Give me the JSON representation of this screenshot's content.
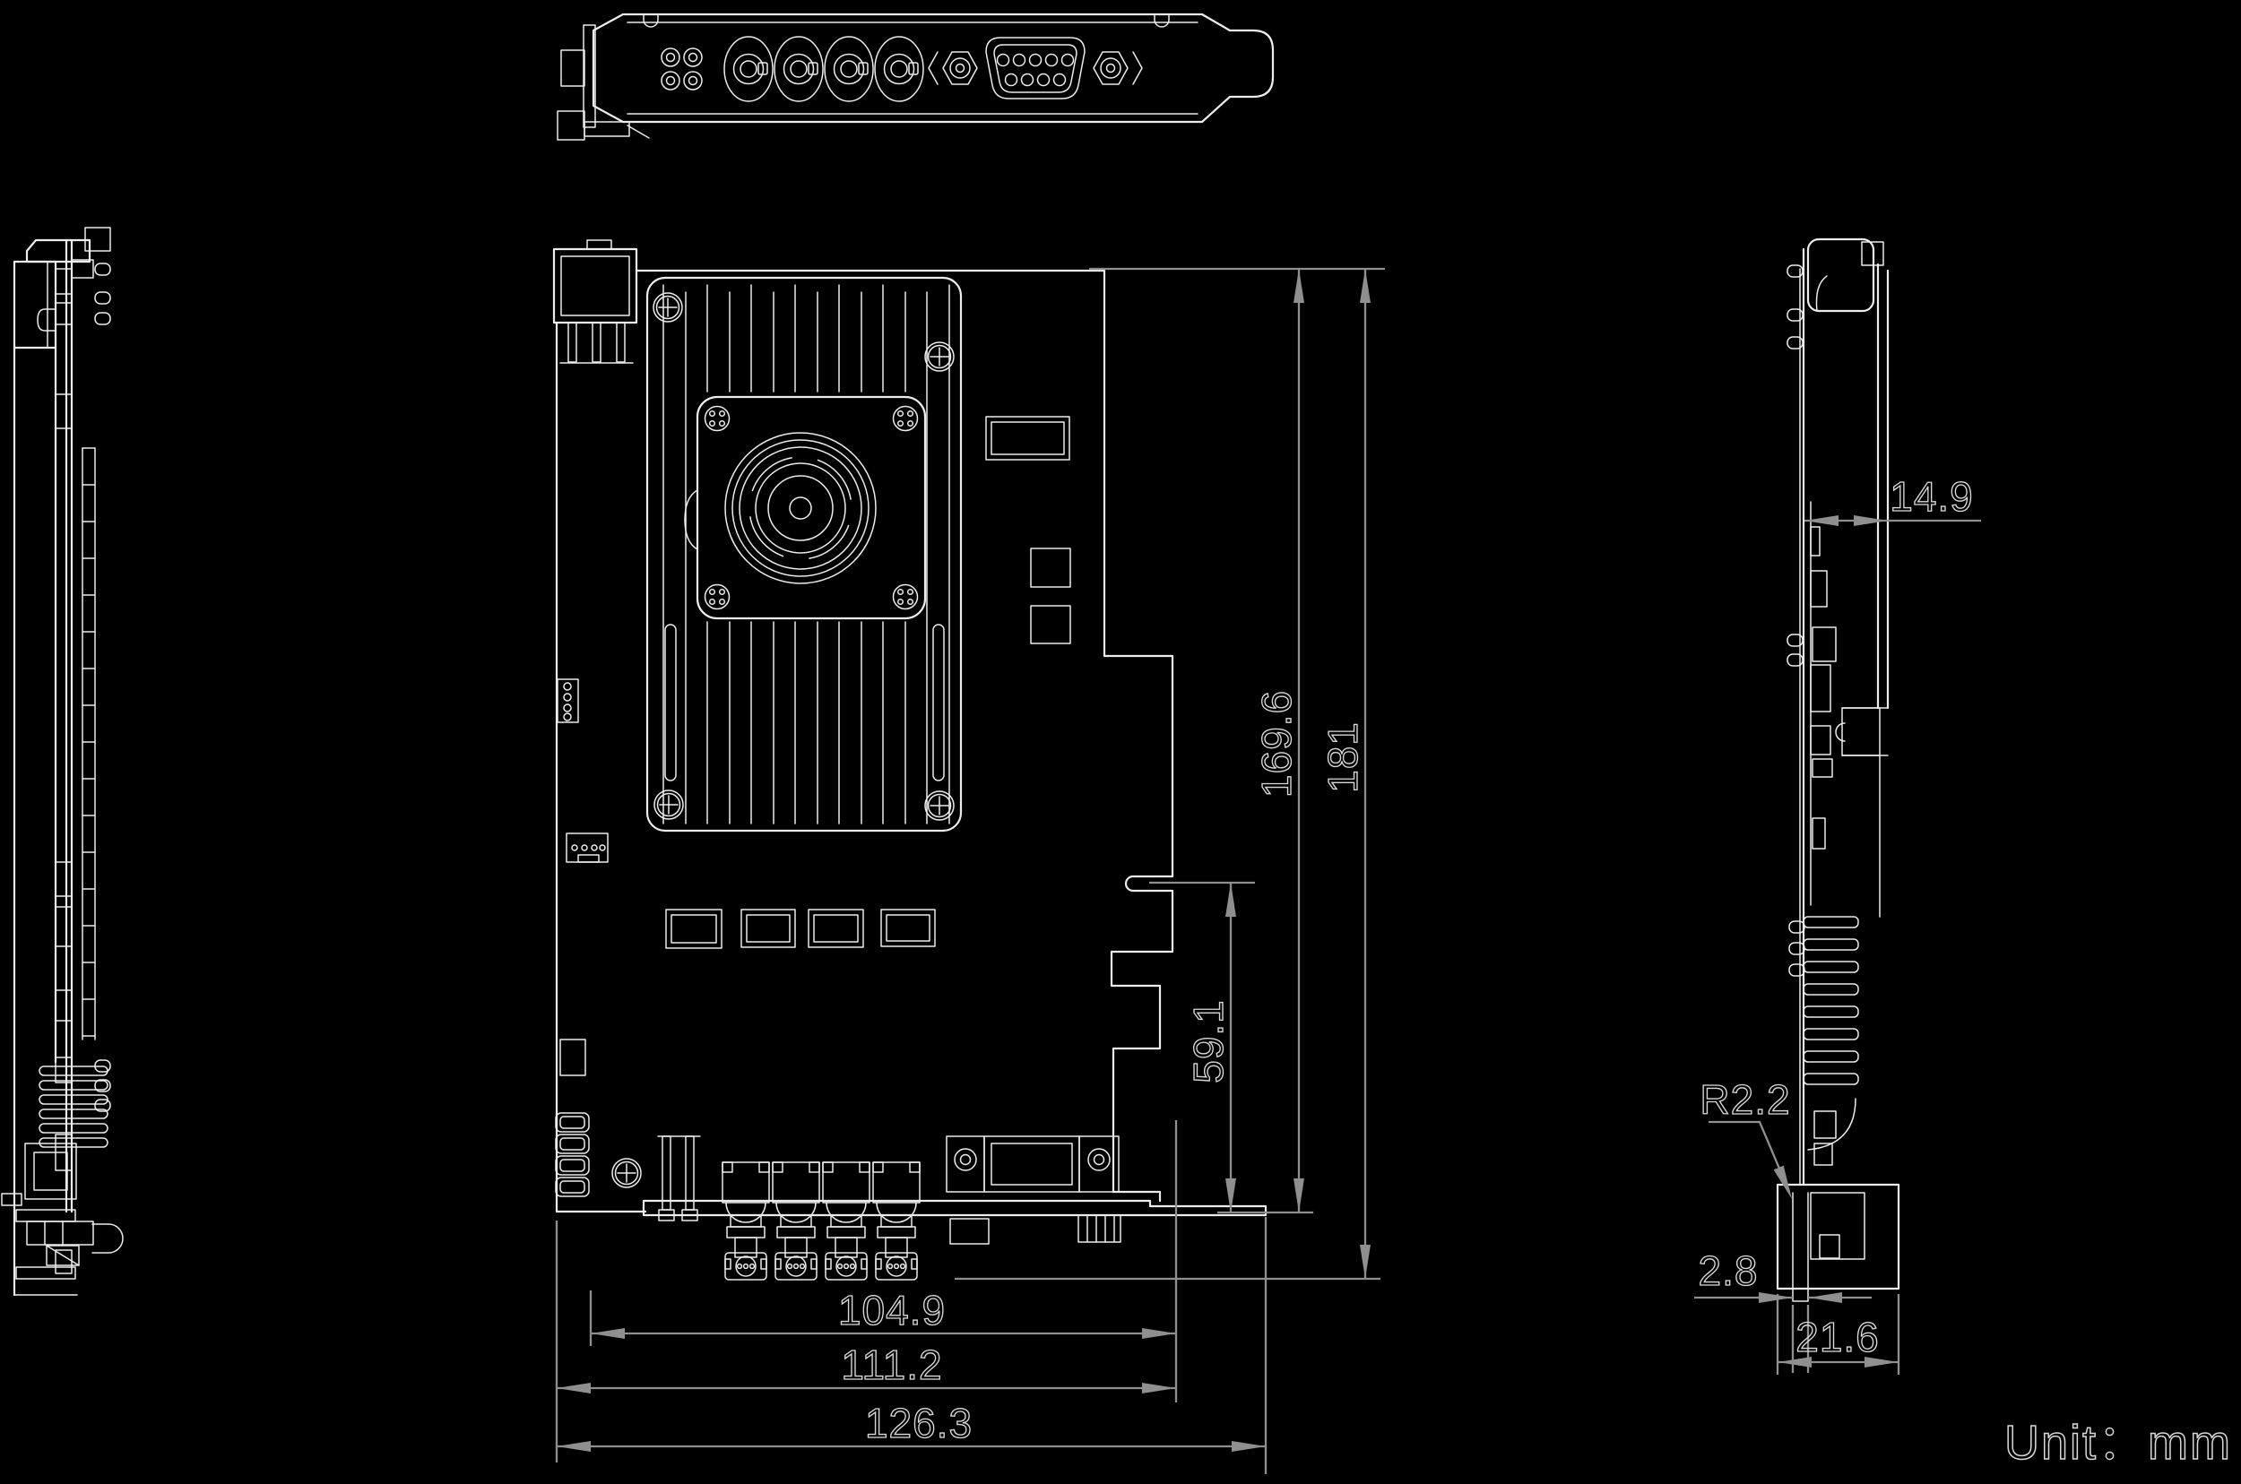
{
  "unit_label": "Unit：mm",
  "dimensions": {
    "front_view": {
      "pcb_height": "169.6",
      "total_height": "181",
      "step_height": "59.1",
      "connector_span": "104.9",
      "pcb_width": "111.2",
      "total_width": "126.3"
    },
    "side_view": {
      "bracket_offset": "14.9",
      "corner_radius": "R2.2",
      "bracket_thickness": "2.8",
      "bracket_foot_width": "21.6"
    }
  },
  "colors": {
    "background": "#000000",
    "outline": "#ececec",
    "dimension_lines": "#8f8f8f",
    "dimension_text": "#d9d9d9"
  }
}
